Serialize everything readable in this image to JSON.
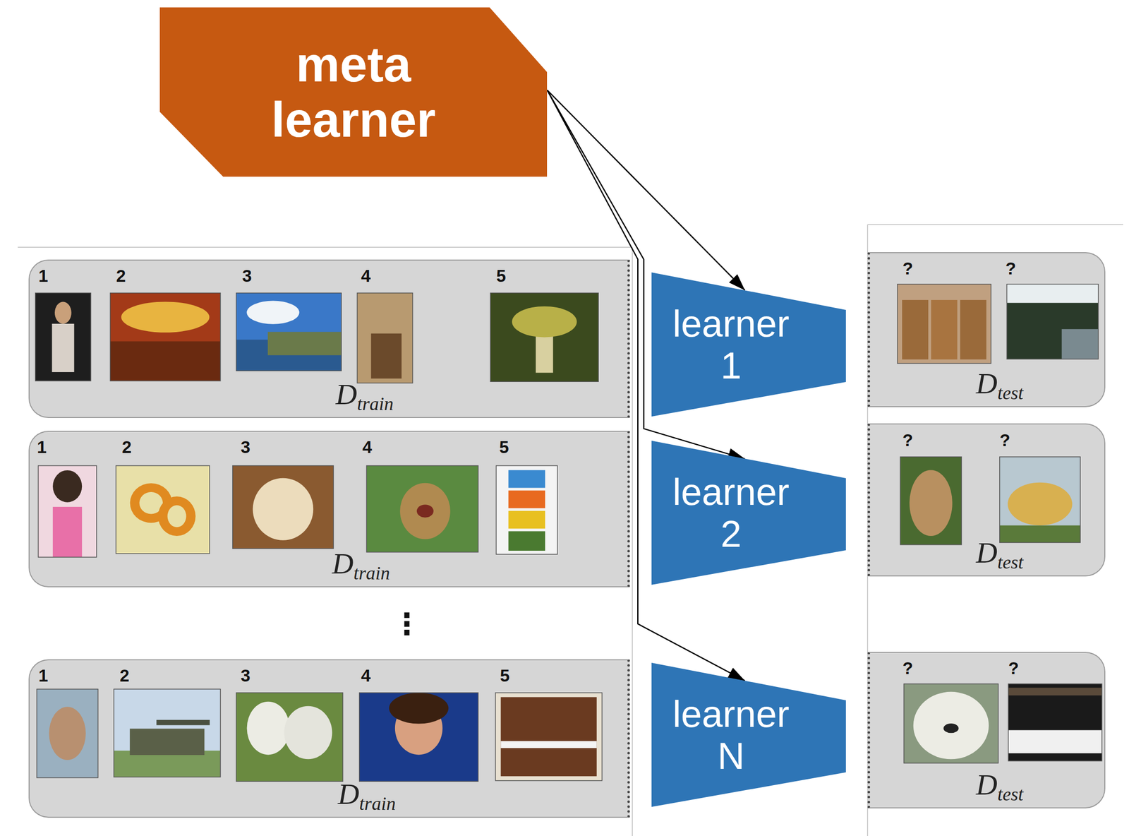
{
  "diagram": {
    "nodes": [
      {
        "text": [
          "meta learner"
        ]
      },
      {
        "text": [
          "1",
          "2",
          "3",
          "4",
          "5",
          "Dtrain"
        ]
      },
      {
        "text": [
          "learner 1"
        ]
      },
      {
        "text": [
          "?",
          "?",
          "Dtest"
        ]
      },
      {
        "text": [
          "1",
          "2",
          "3",
          "4",
          "5",
          "Dtrain"
        ]
      },
      {
        "text": [
          "learner 2"
        ]
      },
      {
        "text": [
          "?",
          "?",
          "Dtest"
        ]
      },
      {
        "text": [
          "1",
          "2",
          "3",
          "4",
          "5",
          "Dtrain"
        ]
      },
      {
        "text": [
          "learner N"
        ]
      },
      {
        "text": [
          "?",
          "?",
          "Dtest"
        ]
      }
    ],
    "edges": [
      {
        "from": 0,
        "to": 2,
        "arrow": "to"
      },
      {
        "from": 0,
        "to": 5,
        "arrow": "to"
      },
      {
        "from": 0,
        "to": 8,
        "arrow": "to"
      }
    ],
    "labels": [
      "⋮"
    ]
  }
}
